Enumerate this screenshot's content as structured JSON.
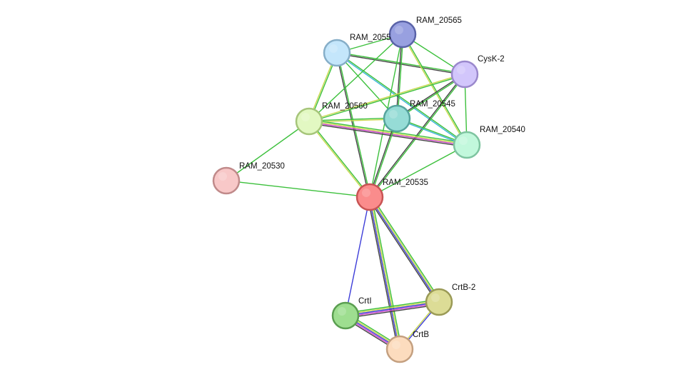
{
  "nodes": [
    {
      "id": "RAM_20565",
      "label": "RAM_20565",
      "fill": "#98a0e0",
      "stroke": "#5a63a8"
    },
    {
      "id": "RAM_20550",
      "label": "RAM_2055",
      "fill": "#c4e6fb",
      "stroke": "#86aec8"
    },
    {
      "id": "CysK-2",
      "label": "CysK-2",
      "fill": "#d2c6fb",
      "stroke": "#9a88cc"
    },
    {
      "id": "RAM_20560",
      "label": "RAM_20560",
      "fill": "#e2f8c2",
      "stroke": "#a6c57a"
    },
    {
      "id": "RAM_20545",
      "label": "RAM_20545",
      "fill": "#96dcd6",
      "stroke": "#56a49e"
    },
    {
      "id": "RAM_20540",
      "label": "RAM_20540",
      "fill": "#c2f8dc",
      "stroke": "#7ec4a0"
    },
    {
      "id": "RAM_20530",
      "label": "RAM_20530",
      "fill": "#f8c8c8",
      "stroke": "#c08a8a"
    },
    {
      "id": "RAM_20535",
      "label": "RAM_20535",
      "fill": "#fa8c8c",
      "stroke": "#c85454"
    },
    {
      "id": "CrtB-2",
      "label": "CrtB-2",
      "fill": "#dcdc96",
      "stroke": "#9a9a56"
    },
    {
      "id": "CrtI",
      "label": "CrtI",
      "fill": "#9ede90",
      "stroke": "#5a9e50"
    },
    {
      "id": "CrtB",
      "label": "CrtB",
      "fill": "#fcdcbe",
      "stroke": "#c4a080"
    }
  ],
  "edges": [
    {
      "source": "RAM_20550",
      "target": "RAM_20565",
      "colors": [
        "#3cc03c"
      ]
    },
    {
      "source": "RAM_20550",
      "target": "CysK-2",
      "colors": [
        "#3cc03c",
        "#444444"
      ]
    },
    {
      "source": "RAM_20550",
      "target": "RAM_20560",
      "colors": [
        "#3cc03c",
        "#c8d84c"
      ]
    },
    {
      "source": "RAM_20550",
      "target": "RAM_20545",
      "colors": [
        "#3cc03c"
      ]
    },
    {
      "source": "RAM_20550",
      "target": "RAM_20540",
      "colors": [
        "#3cc03c",
        "#3cb4d8"
      ]
    },
    {
      "source": "RAM_20550",
      "target": "RAM_20535",
      "colors": [
        "#3cc03c",
        "#444444"
      ]
    },
    {
      "source": "RAM_20565",
      "target": "CysK-2",
      "colors": [
        "#3cc03c"
      ]
    },
    {
      "source": "RAM_20565",
      "target": "RAM_20560",
      "colors": [
        "#3cc03c"
      ]
    },
    {
      "source": "RAM_20565",
      "target": "RAM_20545",
      "colors": [
        "#3cc03c",
        "#444444"
      ]
    },
    {
      "source": "RAM_20565",
      "target": "RAM_20540",
      "colors": [
        "#3cc03c",
        "#c8d84c"
      ]
    },
    {
      "source": "RAM_20565",
      "target": "RAM_20535",
      "colors": [
        "#3cc03c"
      ]
    },
    {
      "source": "CysK-2",
      "target": "RAM_20560",
      "colors": [
        "#3cc03c",
        "#c8d84c"
      ]
    },
    {
      "source": "CysK-2",
      "target": "RAM_20545",
      "colors": [
        "#3cc03c",
        "#444444"
      ]
    },
    {
      "source": "CysK-2",
      "target": "RAM_20540",
      "colors": [
        "#3cc03c"
      ]
    },
    {
      "source": "CysK-2",
      "target": "RAM_20535",
      "colors": [
        "#3cc03c",
        "#444444"
      ]
    },
    {
      "source": "RAM_20560",
      "target": "RAM_20545",
      "colors": [
        "#3cc03c",
        "#c8d84c"
      ]
    },
    {
      "source": "RAM_20560",
      "target": "RAM_20540",
      "colors": [
        "#3cc03c",
        "#c8d84c",
        "#cc44cc",
        "#444444"
      ]
    },
    {
      "source": "RAM_20560",
      "target": "RAM_20530",
      "colors": [
        "#3cc03c"
      ]
    },
    {
      "source": "RAM_20560",
      "target": "RAM_20535",
      "colors": [
        "#3cc03c",
        "#c8d84c"
      ]
    },
    {
      "source": "RAM_20545",
      "target": "RAM_20540",
      "colors": [
        "#3cc03c",
        "#3cb4d8"
      ]
    },
    {
      "source": "RAM_20545",
      "target": "RAM_20535",
      "colors": [
        "#3cc03c",
        "#444444"
      ]
    },
    {
      "source": "RAM_20540",
      "target": "RAM_20535",
      "colors": [
        "#3cc03c"
      ]
    },
    {
      "source": "RAM_20530",
      "target": "RAM_20535",
      "colors": [
        "#3cc03c"
      ]
    },
    {
      "source": "RAM_20535",
      "target": "CrtI",
      "colors": [
        "#3c3cd8"
      ]
    },
    {
      "source": "RAM_20535",
      "target": "CrtB-2",
      "colors": [
        "#3cc03c",
        "#c8d84c",
        "#3c3cd8",
        "#444444"
      ]
    },
    {
      "source": "RAM_20535",
      "target": "CrtB",
      "colors": [
        "#3cc03c",
        "#c8d84c",
        "#3c3cd8",
        "#444444"
      ]
    },
    {
      "source": "CrtI",
      "target": "CrtB-2",
      "colors": [
        "#3cc03c",
        "#c8d84c",
        "#3c3cd8",
        "#cc44cc",
        "#444444"
      ]
    },
    {
      "source": "CrtI",
      "target": "CrtB",
      "colors": [
        "#3cc03c",
        "#c8d84c",
        "#3c3cd8",
        "#cc44cc",
        "#444444"
      ]
    },
    {
      "source": "CrtB-2",
      "target": "CrtB",
      "colors": [
        "#3c3cd8",
        "#c8d84c"
      ]
    }
  ]
}
